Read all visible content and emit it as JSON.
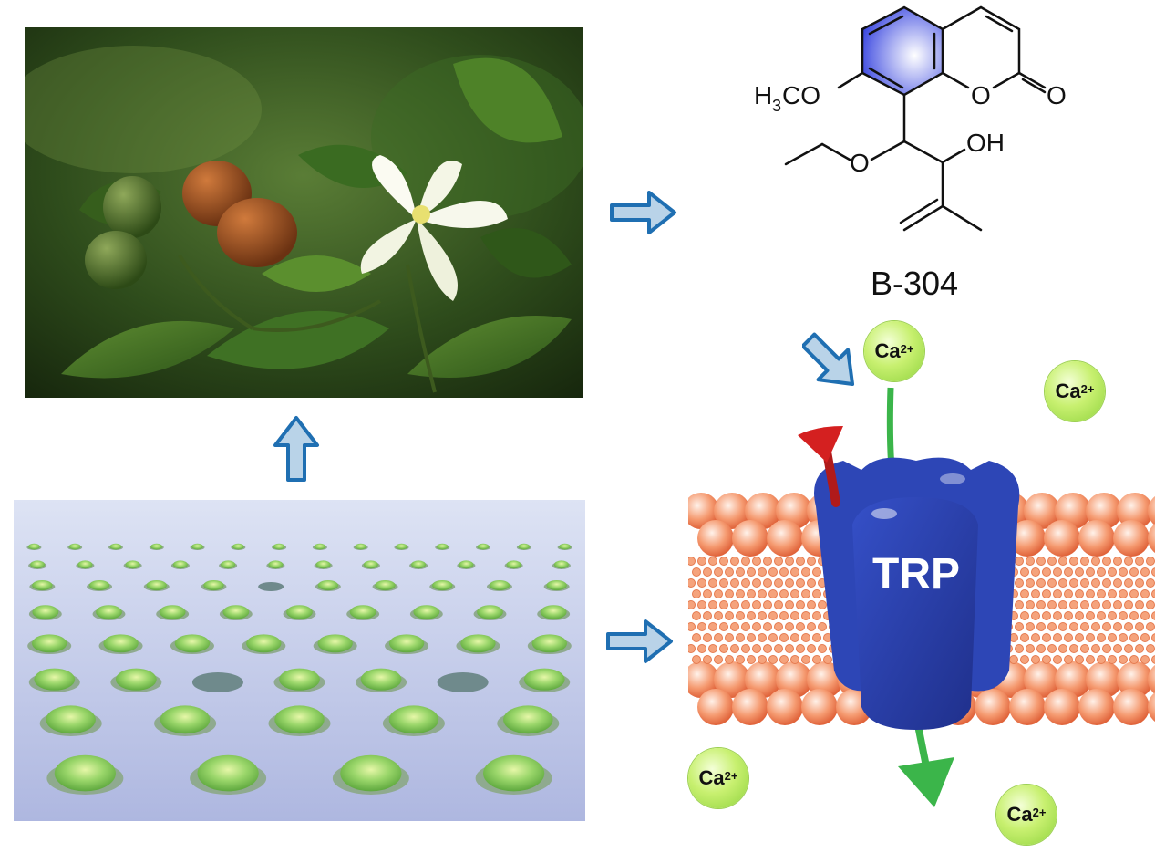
{
  "compound": {
    "name": "B-304"
  },
  "structure_labels": {
    "methoxy_h": "H",
    "methoxy_sub": "3",
    "methoxy_rest": "CO",
    "ring_o": "O",
    "carbonyl_o": "O",
    "ether_o": "O",
    "hydroxyl": "OH"
  },
  "channel": {
    "label": "TRP"
  },
  "ions": [
    {
      "symbol": "Ca",
      "charge": "2+"
    },
    {
      "symbol": "Ca",
      "charge": "2+"
    },
    {
      "symbol": "Ca",
      "charge": "2+"
    },
    {
      "symbol": "Ca",
      "charge": "2+"
    }
  ],
  "colors": {
    "arrow_fill": "#b9d3e8",
    "arrow_stroke": "#1f6fb2",
    "trp_blue": "#2a3fa8",
    "ion_green": "#b6e85a",
    "flow_green": "#3bb54a",
    "lipid_orange": "#f08a5d"
  }
}
